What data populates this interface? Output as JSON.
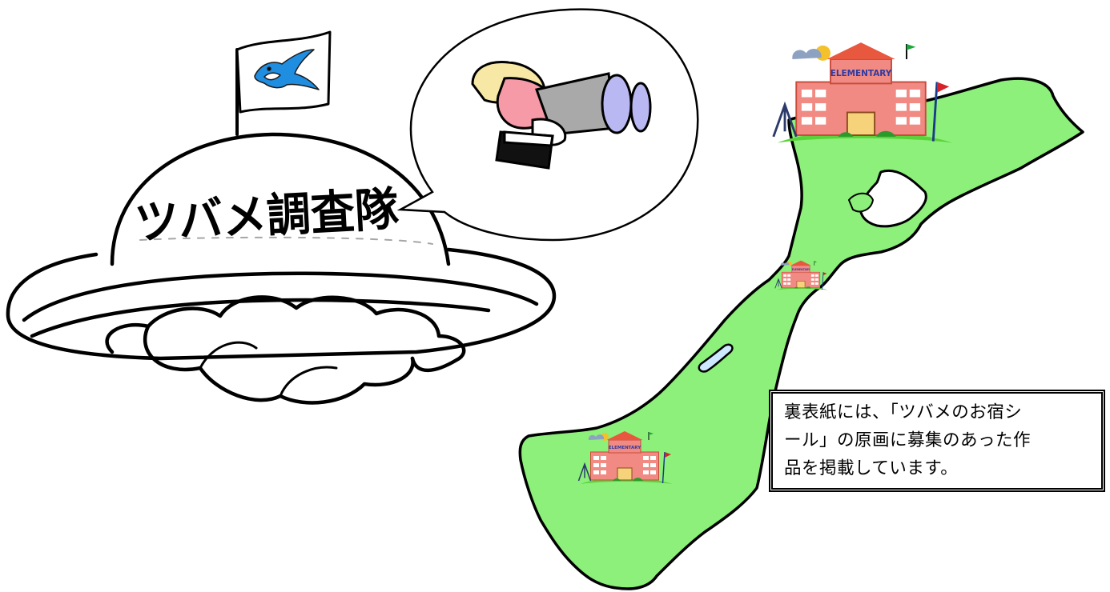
{
  "ufo": {
    "title": "ツバメ調査隊"
  },
  "schools": [
    {
      "label": "ELEMENTARY"
    },
    {
      "label": "ELEMENTARY"
    },
    {
      "label": "ELEMENTARY"
    }
  ],
  "notice": {
    "lines": [
      "裏表紙には、「ツバメのお宿シ",
      "ール」の原画に募集のあった作",
      "品を掲載しています。"
    ]
  },
  "colors": {
    "map_fill": "#8cf07a",
    "ink": "#000000",
    "school_body": "#f08a82",
    "school_roof": "#e8583f",
    "swallow": "#1f8de0",
    "lens": "#b9b8f2",
    "skin": "#f59aa6",
    "hair": "#f7e8a6"
  }
}
